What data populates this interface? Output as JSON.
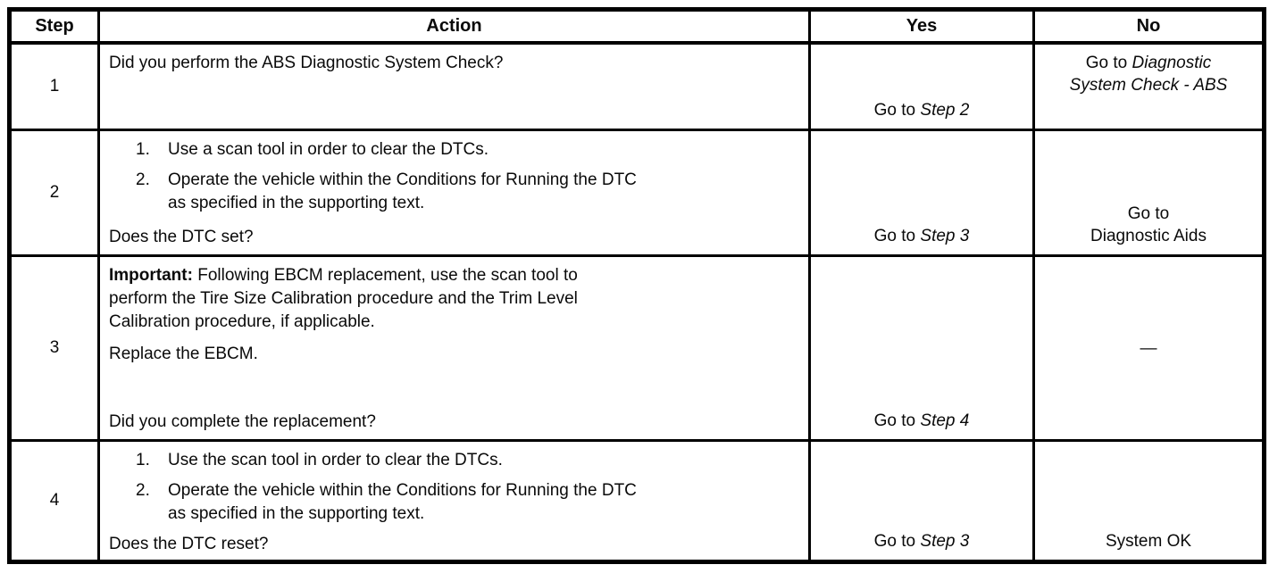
{
  "table": {
    "headers": {
      "step": "Step",
      "action": "Action",
      "yes": "Yes",
      "no": "No"
    },
    "rows": [
      {
        "step": "1",
        "action": {
          "question": "Did you perform the ABS Diagnostic System Check?"
        },
        "yes": {
          "prefix": "Go to ",
          "link": "Step 2"
        },
        "no": {
          "prefix": "Go to ",
          "link": "Diagnostic\nSystem Check - ABS"
        }
      },
      {
        "step": "2",
        "action": {
          "list": [
            {
              "num": "1.",
              "text": "Use a scan tool in order to clear the DTCs."
            },
            {
              "num": "2.",
              "text": "Operate the vehicle within the Conditions for Running the DTC\nas specified in the supporting text."
            }
          ],
          "question": "Does the DTC set?"
        },
        "yes": {
          "prefix": "Go to ",
          "link": "Step 3"
        },
        "no": {
          "text": "Go to\nDiagnostic Aids"
        }
      },
      {
        "step": "3",
        "action": {
          "important_label": "Important:",
          "important_text": " Following EBCM replacement, use the scan tool to\nperform the Tire Size Calibration procedure and the Trim Level\nCalibration procedure, if applicable.",
          "paragraph": "Replace the EBCM.",
          "question": "Did you complete the replacement?"
        },
        "yes": {
          "prefix": "Go to ",
          "link": "Step 4"
        },
        "no": {
          "text": "—"
        }
      },
      {
        "step": "4",
        "action": {
          "list": [
            {
              "num": "1.",
              "text": "Use the scan tool in order to clear the DTCs."
            },
            {
              "num": "2.",
              "text": "Operate the vehicle within the Conditions for Running the DTC\nas specified in the supporting text."
            }
          ],
          "question": "Does the DTC reset?"
        },
        "yes": {
          "prefix": "Go to ",
          "link": "Step 3"
        },
        "no": {
          "text": "System OK"
        }
      }
    ],
    "colors": {
      "ink": "#0a0a0a",
      "paper": "#ffffff"
    }
  }
}
